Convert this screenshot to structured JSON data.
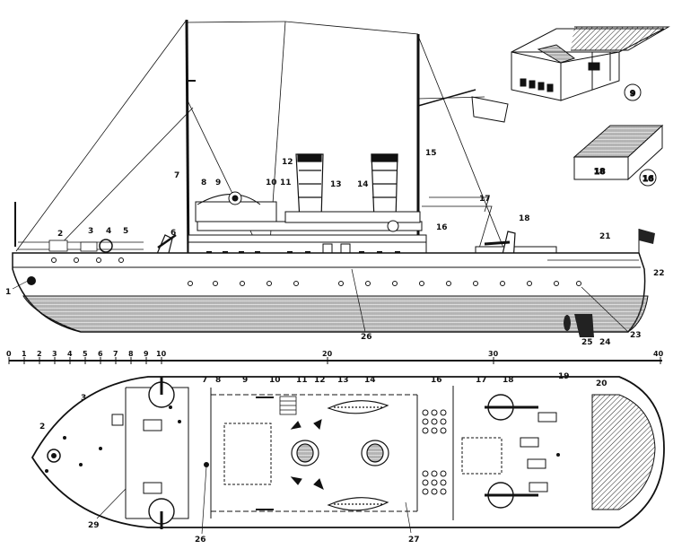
{
  "scale": {
    "ticks": [
      "0",
      "1",
      "2",
      "3",
      "4",
      "5",
      "6",
      "7",
      "8",
      "9",
      "10",
      "20",
      "30",
      "40"
    ]
  },
  "side_labels": [
    "1",
    "2",
    "3",
    "4",
    "5",
    "6",
    "7",
    "8",
    "9",
    "10",
    "11",
    "12",
    "13",
    "14",
    "15",
    "16",
    "17",
    "18",
    "21",
    "22",
    "23",
    "24",
    "25",
    "26"
  ],
  "plan_labels": [
    "2",
    "3",
    "7",
    "8",
    "9",
    "10",
    "11",
    "12",
    "13",
    "14",
    "16",
    "17",
    "18",
    "19",
    "20",
    "26",
    "27",
    "29"
  ],
  "inset_labels": [
    "9",
    "16",
    "18"
  ]
}
